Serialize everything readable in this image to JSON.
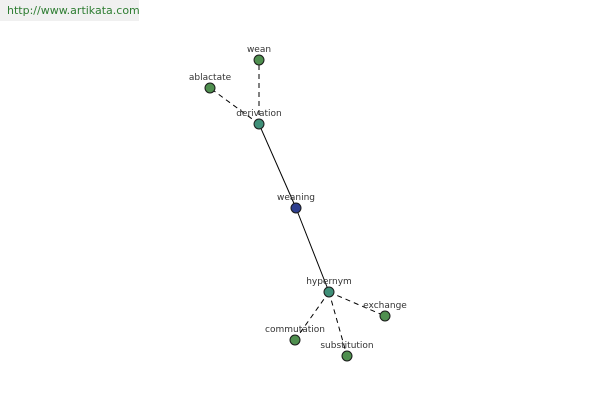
{
  "banner": {
    "url": "http://www.artikata.com"
  },
  "colors": {
    "banner_text": "#2e7d32",
    "edge": "#000000",
    "node_stroke": "#1a1a1a",
    "node_center": "#2f3f8f",
    "node_relation": "#3f8f78",
    "node_leaf": "#4f8f4f"
  },
  "graph": {
    "nodes": [
      {
        "id": "weaning",
        "label": "weaning",
        "kind": "center"
      },
      {
        "id": "derivation",
        "label": "derivation",
        "kind": "relation"
      },
      {
        "id": "hypernym",
        "label": "hypernym",
        "kind": "relation"
      },
      {
        "id": "wean",
        "label": "wean",
        "kind": "leaf"
      },
      {
        "id": "ablactate",
        "label": "ablactate",
        "kind": "leaf"
      },
      {
        "id": "exchange",
        "label": "exchange",
        "kind": "leaf"
      },
      {
        "id": "commutation",
        "label": "commutation",
        "kind": "leaf"
      },
      {
        "id": "substitution",
        "label": "substitution",
        "kind": "leaf"
      }
    ],
    "edges": [
      {
        "from": "weaning",
        "to": "derivation",
        "style": "solid"
      },
      {
        "from": "weaning",
        "to": "hypernym",
        "style": "solid"
      },
      {
        "from": "derivation",
        "to": "wean",
        "style": "dashed"
      },
      {
        "from": "derivation",
        "to": "ablactate",
        "style": "dashed"
      },
      {
        "from": "hypernym",
        "to": "exchange",
        "style": "dashed"
      },
      {
        "from": "hypernym",
        "to": "commutation",
        "style": "dashed"
      },
      {
        "from": "hypernym",
        "to": "substitution",
        "style": "dashed"
      }
    ]
  }
}
